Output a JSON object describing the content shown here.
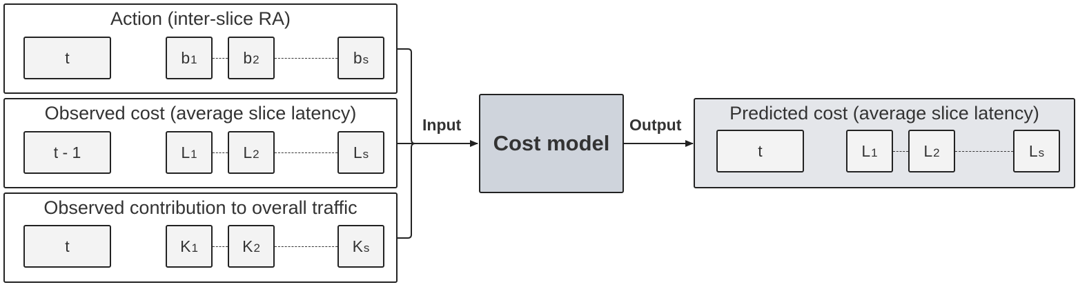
{
  "panels": {
    "action": {
      "title": "Action (inter-slice RA)",
      "time": "t",
      "items": [
        {
          "base": "b",
          "sub": "1"
        },
        {
          "base": "b",
          "sub": "2"
        },
        {
          "base": "b",
          "sub": "s"
        }
      ]
    },
    "observed_cost": {
      "title": "Observed cost (average slice latency)",
      "time": "t - 1",
      "items": [
        {
          "base": "L",
          "sub": "1"
        },
        {
          "base": "L",
          "sub": "2"
        },
        {
          "base": "L",
          "sub": "s"
        }
      ]
    },
    "observed_traffic": {
      "title": "Observed contribution to overall traffic",
      "time": "t",
      "items": [
        {
          "base": "K",
          "sub": "1"
        },
        {
          "base": "K",
          "sub": "2"
        },
        {
          "base": "K",
          "sub": "s"
        }
      ]
    },
    "predicted_cost": {
      "title": "Predicted cost (average slice latency)",
      "time": "t",
      "items": [
        {
          "base": "L",
          "sub": "1"
        },
        {
          "base": "L",
          "sub": "2"
        },
        {
          "base": "L",
          "sub": "s"
        }
      ]
    }
  },
  "model": {
    "label": "Cost model"
  },
  "edges": {
    "input": "Input",
    "output": "Output"
  },
  "colors": {
    "model_fill": "#cfd4dc",
    "cell_fill": "#f3f3f3",
    "predicted_fill": "#e4e6ea"
  }
}
